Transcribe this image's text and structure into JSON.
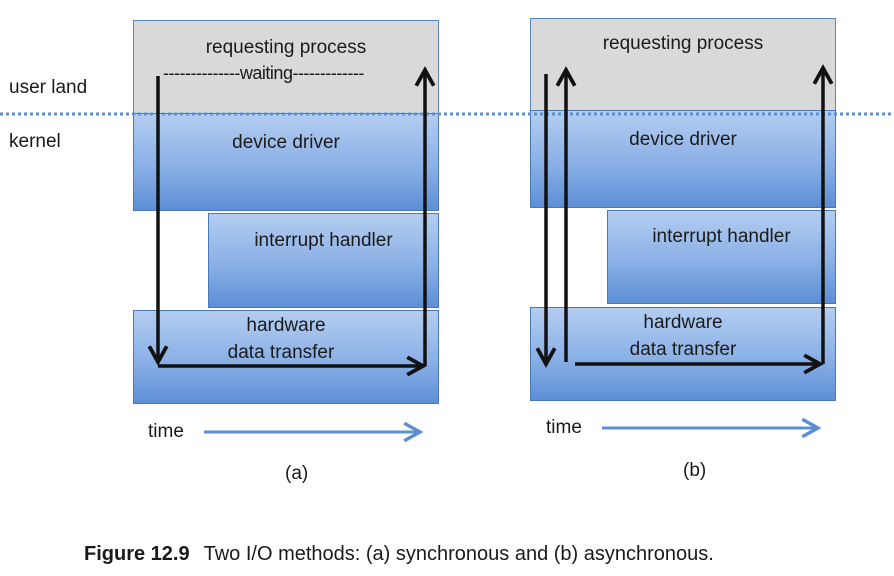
{
  "side_labels": {
    "user": "user land",
    "kernel": "kernel"
  },
  "panels": [
    {
      "id": "a",
      "requesting_process": "requesting process",
      "waiting": "--------------waiting-------------",
      "device_driver": "device driver",
      "interrupt_handler": "interrupt handler",
      "hardware_line1": "hardware",
      "hardware_line2": "data transfer",
      "time": "time",
      "sublabel": "(a)"
    },
    {
      "id": "b",
      "requesting_process": "requesting process",
      "device_driver": "device driver",
      "interrupt_handler": "interrupt handler",
      "hardware_line1": "hardware",
      "hardware_line2": "data transfer",
      "time": "time",
      "sublabel": "(b)"
    }
  ],
  "caption": {
    "figure": "Figure 12.9",
    "text": "Two I/O methods: (a) synchronous and (b) asynchronous."
  },
  "colors": {
    "box_border": "#4a78b8",
    "arrow_blue": "#5b8fd0",
    "divider": "#5b8fd0",
    "flow_arrow": "#111111"
  }
}
